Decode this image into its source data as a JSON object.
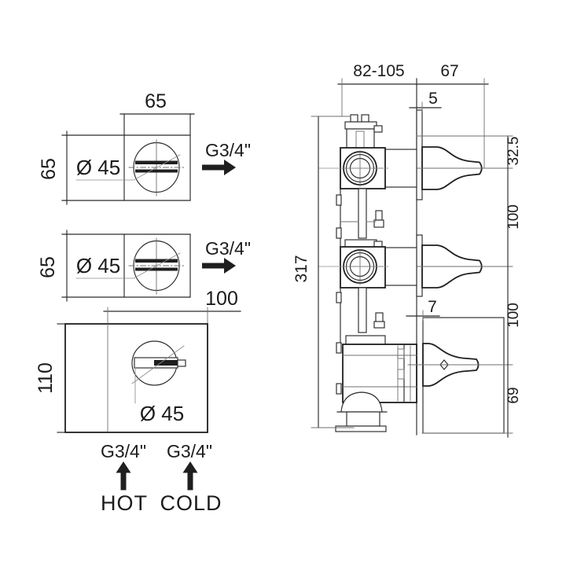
{
  "colors": {
    "background": "#ffffff",
    "line": "#1f1f1f",
    "thin_line": "#6f6f6f"
  },
  "front_top_valve": {
    "width": "65",
    "height": "65",
    "knob_diameter": "Ø 45",
    "outlet_thread": "G3/4\""
  },
  "front_middle_valve": {
    "height": "65",
    "knob_diameter": "Ø 45",
    "outlet_thread": "G3/4\"",
    "plate_width": "100"
  },
  "front_diverter": {
    "height": "110",
    "knob_diameter": "Ø 45",
    "hot_inlet_thread": "G3/4\"",
    "cold_inlet_thread": "G3/4\"",
    "hot_label": "HOT",
    "cold_label": "COLD"
  },
  "side_view": {
    "installation_depth_range": "82-105",
    "handle_projection": "67",
    "plate_thickness": "5",
    "diverter_plate_gap": "7",
    "total_height": "317",
    "top_offset": "32.5",
    "upper_handle_spacing": "100",
    "lower_handle_spacing": "100",
    "bottom_offset": "69"
  }
}
